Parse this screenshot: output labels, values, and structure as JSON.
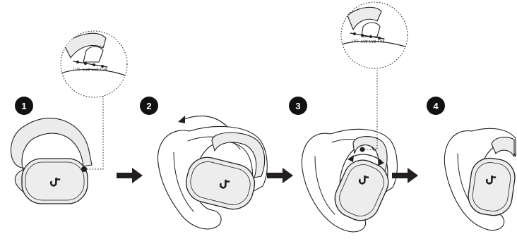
{
  "colors": {
    "ink": "#231f20",
    "earbud": "#ededed",
    "badge": "#111111",
    "background": "#ffffff"
  },
  "steps": [
    {
      "number": "1",
      "icon": "earbud-with-adjustable-hook-icon"
    },
    {
      "number": "2",
      "icon": "rotate-hook-over-ear-icon"
    },
    {
      "number": "3",
      "icon": "adjust-fit-level-icon"
    },
    {
      "number": "4",
      "icon": "earbud-worn-icon"
    }
  ],
  "level_labels": [
    "LV1",
    "LV2",
    "LV3",
    "LV4"
  ],
  "next_arrow_icon": "right-arrow-icon",
  "rotation_arrow_icon": "curved-rotation-arrow-icon",
  "zoom_callout_icon": "magnified-hinge-icon",
  "brand_logo_icon": "soundcore-logo-icon"
}
